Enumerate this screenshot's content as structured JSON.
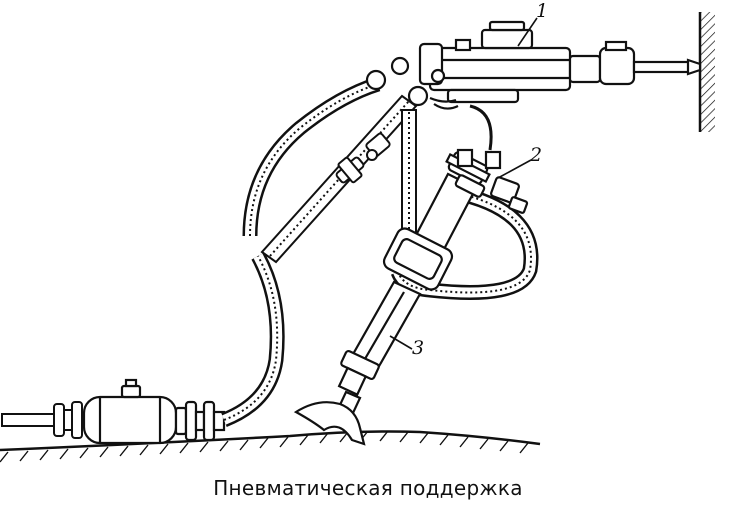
{
  "caption": "Пневматическая поддержка",
  "callouts": [
    {
      "id": "1",
      "text": "1"
    },
    {
      "id": "2",
      "text": "2"
    },
    {
      "id": "3",
      "text": "3"
    }
  ],
  "colors": {
    "ink": "#111111",
    "paper": "#ffffff"
  }
}
